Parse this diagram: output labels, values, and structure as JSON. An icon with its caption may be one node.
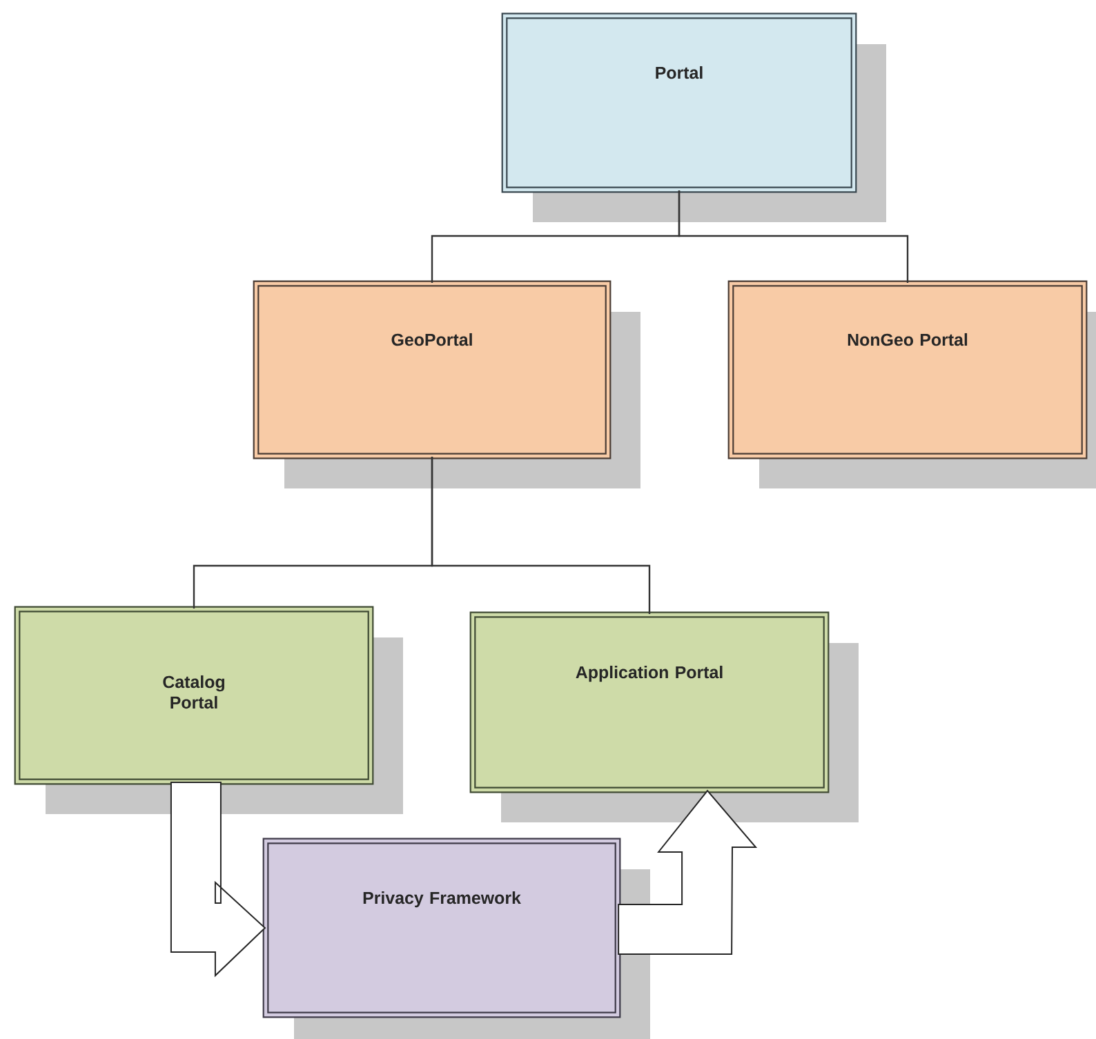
{
  "diagram": {
    "nodes": [
      {
        "text": [
          "Portal"
        ]
      },
      {
        "text": [
          "GeoPortal"
        ]
      },
      {
        "text": [
          "NonGeo Portal"
        ]
      },
      {
        "text": [
          "Catalog Portal"
        ]
      },
      {
        "text": [
          "Application Portal"
        ]
      },
      {
        "text": [
          "Privacy Framework"
        ]
      }
    ],
    "edges": [
      {
        "from": 0,
        "to": 1,
        "arrow": "none"
      },
      {
        "from": 0,
        "to": 2,
        "arrow": "none"
      },
      {
        "from": 1,
        "to": 3,
        "arrow": "none"
      },
      {
        "from": 1,
        "to": 4,
        "arrow": "none"
      },
      {
        "from": 3,
        "to": 5,
        "arrow": "to"
      },
      {
        "from": 5,
        "to": 4,
        "arrow": "to"
      }
    ]
  }
}
